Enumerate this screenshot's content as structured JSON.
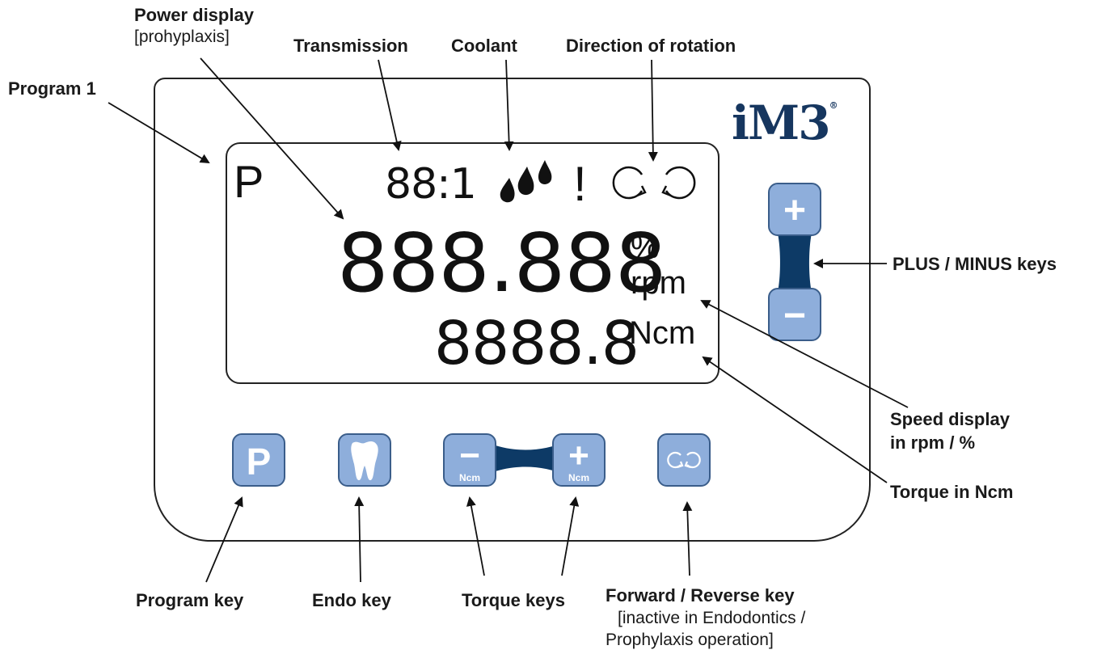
{
  "labels": {
    "power_display": "Power display",
    "power_display_sub": "[prohyplaxis]",
    "transmission": "Transmission",
    "coolant": "Coolant",
    "direction": "Direction of rotation",
    "program1": "Program 1",
    "plus_minus": "PLUS / MINUS keys",
    "speed_display_1": "Speed display",
    "speed_display_2": "in rpm / %",
    "torque_ncm": "Torque in Ncm",
    "program_key": "Program key",
    "endo_key": "Endo key",
    "torque_keys": "Torque keys",
    "forward_reverse": "Forward / Reverse key",
    "forward_reverse_sub1": "[inactive in Endodontics /",
    "forward_reverse_sub2": "Prophylaxis operation]"
  },
  "brand": {
    "logo": "iM3",
    "registered": "®"
  },
  "lcd": {
    "program": "P",
    "transmission": "88:1",
    "warning": "!",
    "speed": "888.888",
    "speed_unit_pct": "%",
    "speed_unit_rpm": "rpm",
    "torque": "8888.8",
    "torque_unit": "Ncm"
  },
  "keys": {
    "plus": "+",
    "minus": "−",
    "program": "P",
    "torque_minus": "−",
    "torque_plus": "+",
    "torque_unit": "Ncm"
  },
  "colors": {
    "key_fill": "#8eaedb",
    "key_border": "#3a5d8a",
    "bridge": "#0d3a66",
    "logo": "#16365f"
  },
  "icons": [
    "coolant-drops-icon",
    "rotate-forward-icon",
    "rotate-reverse-icon",
    "tooth-icon",
    "direction-toggle-icon"
  ]
}
